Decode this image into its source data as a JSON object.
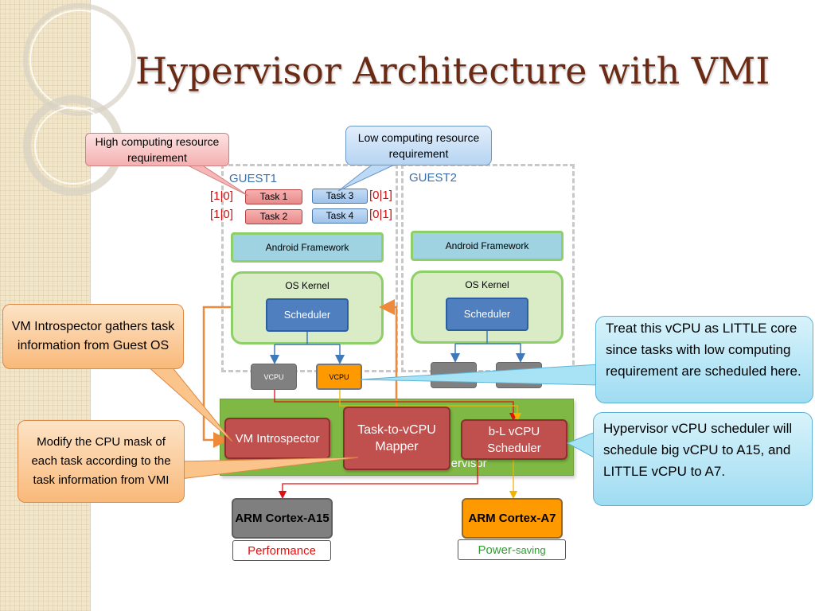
{
  "title": "Hypervisor Architecture with VMI",
  "guests": [
    {
      "label": "GUEST1",
      "framework": "Android Framework",
      "kernel": "OS Kernel",
      "scheduler": "Scheduler",
      "vcpus": [
        "VCPU",
        "VCPU"
      ]
    },
    {
      "label": "GUEST2",
      "framework": "Android Framework",
      "kernel": "OS Kernel",
      "scheduler": "Scheduler"
    }
  ],
  "tasks": [
    {
      "label": "Task 1",
      "mask": "[1|0]"
    },
    {
      "label": "Task 2",
      "mask": "[1|0]"
    },
    {
      "label": "Task 3",
      "mask": "[0|1]"
    },
    {
      "label": "Task 4",
      "mask": "[0|1]"
    }
  ],
  "hypervisor": {
    "label": "Hypervisor",
    "vm_introspector": "VM Introspector",
    "mapper": "Task-to-vCPU Mapper",
    "bl_scheduler": "b-L vCPU Scheduler"
  },
  "cores": [
    {
      "name": "ARM Cortex-A15",
      "tag": "Performance",
      "color": "#7f7f7f"
    },
    {
      "name": "ARM Cortex-A7",
      "tag_main": "Power-",
      "tag_sub": "saving",
      "color": "#ff9900"
    }
  ],
  "callouts": {
    "high_req": "High computing resource requirement",
    "low_req": "Low computing resource requirement",
    "vmi_gathers": "VM Introspector gathers task information from Guest OS",
    "modify_mask": "Modify the CPU mask of each task according to the task information from VMI",
    "treat_little": "Treat this vCPU as LITTLE core since tasks with low computing requirement are scheduled here.",
    "hyp_sched": "Hypervisor vCPU scheduler will schedule big vCPU to A15, and LITTLE vCPU to A7."
  },
  "colors": {
    "title": "#6b2a14",
    "mask_red": "#d01010",
    "hypervisor_green": "#7fb844",
    "module_red": "#c0504d",
    "little_orange": "#ff9900",
    "power_green": "#2e9e2e",
    "performance_red": "#e01010"
  }
}
